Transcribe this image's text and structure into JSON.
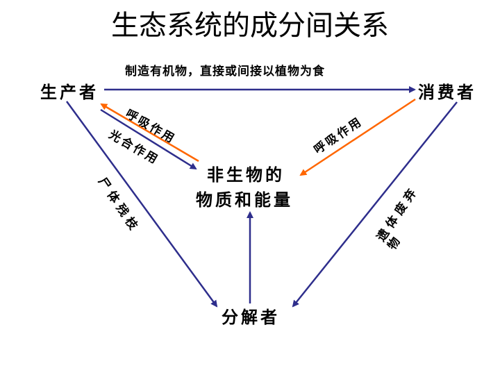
{
  "title": "生态系统的成分间关系",
  "nodes": {
    "producer": "生产者",
    "consumer": "消费者",
    "abiotic_line1": "非生物的",
    "abiotic_line2": "物质和能量",
    "decomposer": "分解者"
  },
  "edge_labels": {
    "producer_to_consumer": "制造有机物，直接或间接以植物为食",
    "producer_respiration": "呼吸作用",
    "photosynthesis": "光合作用",
    "consumer_respiration": "呼吸作用",
    "producer_remains": "尸体残枝",
    "consumer_remains_line1": "遗体废弃",
    "consumer_remains_line2": "物"
  },
  "colors": {
    "blue_arrow": "#2e2e8c",
    "orange_arrow": "#ff6600"
  }
}
